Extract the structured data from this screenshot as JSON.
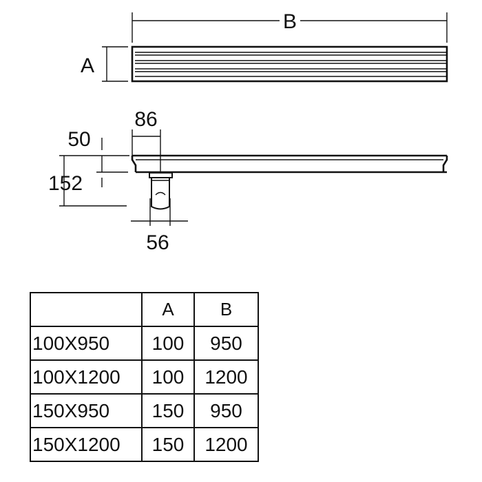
{
  "top_view": {
    "label_width": "B",
    "label_height": "A"
  },
  "side_view": {
    "label_outlet_offset": "86",
    "label_flange": "50",
    "label_total_depth": "152",
    "label_outlet_diameter": "56"
  },
  "table": {
    "headers": [
      "",
      "A",
      "B"
    ],
    "rows": [
      [
        "100X950",
        "100",
        "950"
      ],
      [
        "100X1200",
        "100",
        "1200"
      ],
      [
        "150X950",
        "150",
        "950"
      ],
      [
        "150X1200",
        "150",
        "1200"
      ]
    ]
  }
}
